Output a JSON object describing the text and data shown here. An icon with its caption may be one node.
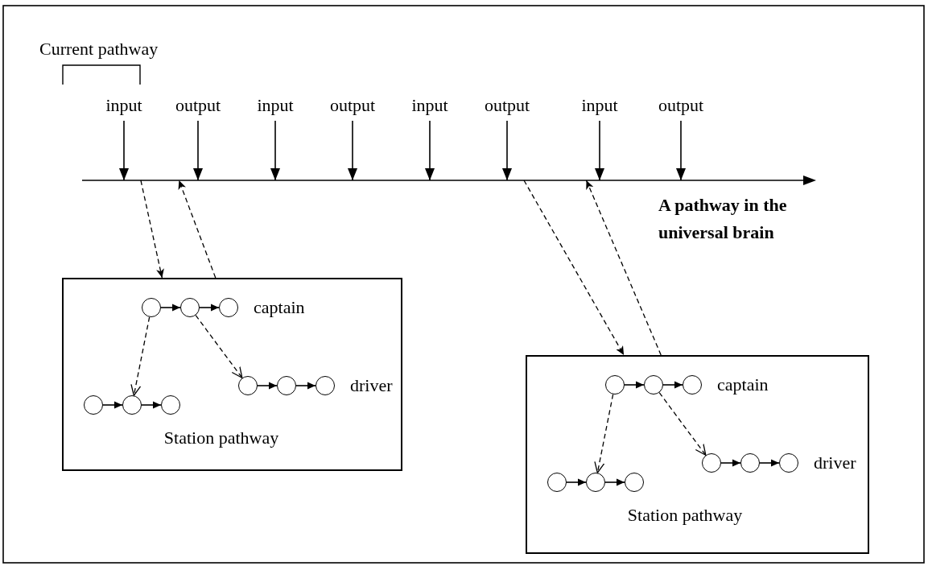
{
  "diagram": {
    "nodes": [
      {
        "text": [
          "input"
        ]
      },
      {
        "text": [
          "output"
        ]
      },
      {
        "text": [
          "input"
        ]
      },
      {
        "text": [
          "output"
        ]
      },
      {
        "text": [
          "input"
        ]
      },
      {
        "text": [
          "output"
        ]
      },
      {
        "text": [
          "input"
        ]
      },
      {
        "text": [
          "output"
        ]
      },
      {
        "text": [],
        "shape": "line",
        "beside": [
          "A pathway in the universal brain"
        ]
      },
      {
        "text": [],
        "shape": "box"
      },
      {
        "text": [],
        "shape": "circle",
        "in": 9
      },
      {
        "text": [],
        "shape": "circle",
        "in": 9
      },
      {
        "text": [],
        "shape": "circle",
        "in": 9,
        "beside": [
          "captain"
        ]
      },
      {
        "text": [],
        "shape": "circle",
        "in": 9
      },
      {
        "text": [],
        "shape": "circle",
        "in": 9
      },
      {
        "text": [],
        "shape": "circle",
        "in": 9,
        "beside": [
          "driver"
        ]
      },
      {
        "text": [],
        "shape": "circle",
        "in": 9
      },
      {
        "text": [],
        "shape": "circle",
        "in": 9,
        "beside": [
          "Station pathway"
        ]
      },
      {
        "text": [],
        "shape": "circle",
        "in": 9
      },
      {
        "text": [],
        "shape": "box"
      },
      {
        "text": [],
        "shape": "circle",
        "in": 19
      },
      {
        "text": [],
        "shape": "circle",
        "in": 19
      },
      {
        "text": [],
        "shape": "circle",
        "in": 19,
        "beside": [
          "captain"
        ]
      },
      {
        "text": [],
        "shape": "circle",
        "in": 19
      },
      {
        "text": [],
        "shape": "circle",
        "in": 19
      },
      {
        "text": [],
        "shape": "circle",
        "in": 19,
        "beside": [
          "driver"
        ]
      },
      {
        "text": [],
        "shape": "circle",
        "in": 19
      },
      {
        "text": [],
        "shape": "circle",
        "in": 19,
        "beside": [
          "Station pathway"
        ]
      },
      {
        "text": [],
        "shape": "circle",
        "in": 19
      }
    ],
    "edges": [
      {
        "from": 0,
        "to": 8,
        "arrow": "to"
      },
      {
        "from": 1,
        "to": 8,
        "arrow": "to"
      },
      {
        "from": 2,
        "to": 8,
        "arrow": "to"
      },
      {
        "from": 3,
        "to": 8,
        "arrow": "to"
      },
      {
        "from": 4,
        "to": 8,
        "arrow": "to"
      },
      {
        "from": 5,
        "to": 8,
        "arrow": "to"
      },
      {
        "from": 6,
        "to": 8,
        "arrow": "to"
      },
      {
        "from": 7,
        "to": 8,
        "arrow": "to"
      },
      {
        "from": 8,
        "to": 9,
        "arrow": "to",
        "style": "dashed"
      },
      {
        "from": 9,
        "to": 8,
        "arrow": "to",
        "style": "dashed"
      },
      {
        "from": 8,
        "to": 19,
        "arrow": "to",
        "style": "dashed"
      },
      {
        "from": 19,
        "to": 8,
        "arrow": "to",
        "style": "dashed"
      },
      {
        "from": 10,
        "to": 11,
        "arrow": "to"
      },
      {
        "from": 11,
        "to": 12,
        "arrow": "to"
      },
      {
        "from": 13,
        "to": 14,
        "arrow": "to"
      },
      {
        "from": 14,
        "to": 15,
        "arrow": "to"
      },
      {
        "from": 16,
        "to": 17,
        "arrow": "to"
      },
      {
        "from": 17,
        "to": 18,
        "arrow": "to"
      },
      {
        "from": 10,
        "to": 17,
        "arrow": "to",
        "style": "dashed"
      },
      {
        "from": 11,
        "to": 13,
        "arrow": "to",
        "style": "dashed"
      },
      {
        "from": 20,
        "to": 21,
        "arrow": "to"
      },
      {
        "from": 21,
        "to": 22,
        "arrow": "to"
      },
      {
        "from": 23,
        "to": 24,
        "arrow": "to"
      },
      {
        "from": 24,
        "to": 25,
        "arrow": "to"
      },
      {
        "from": 26,
        "to": 27,
        "arrow": "to"
      },
      {
        "from": 27,
        "to": 28,
        "arrow": "to"
      },
      {
        "from": 20,
        "to": 27,
        "arrow": "to",
        "style": "dashed"
      },
      {
        "from": 21,
        "to": 23,
        "arrow": "to",
        "style": "dashed"
      }
    ],
    "labels": [
      "Current pathway"
    ]
  }
}
